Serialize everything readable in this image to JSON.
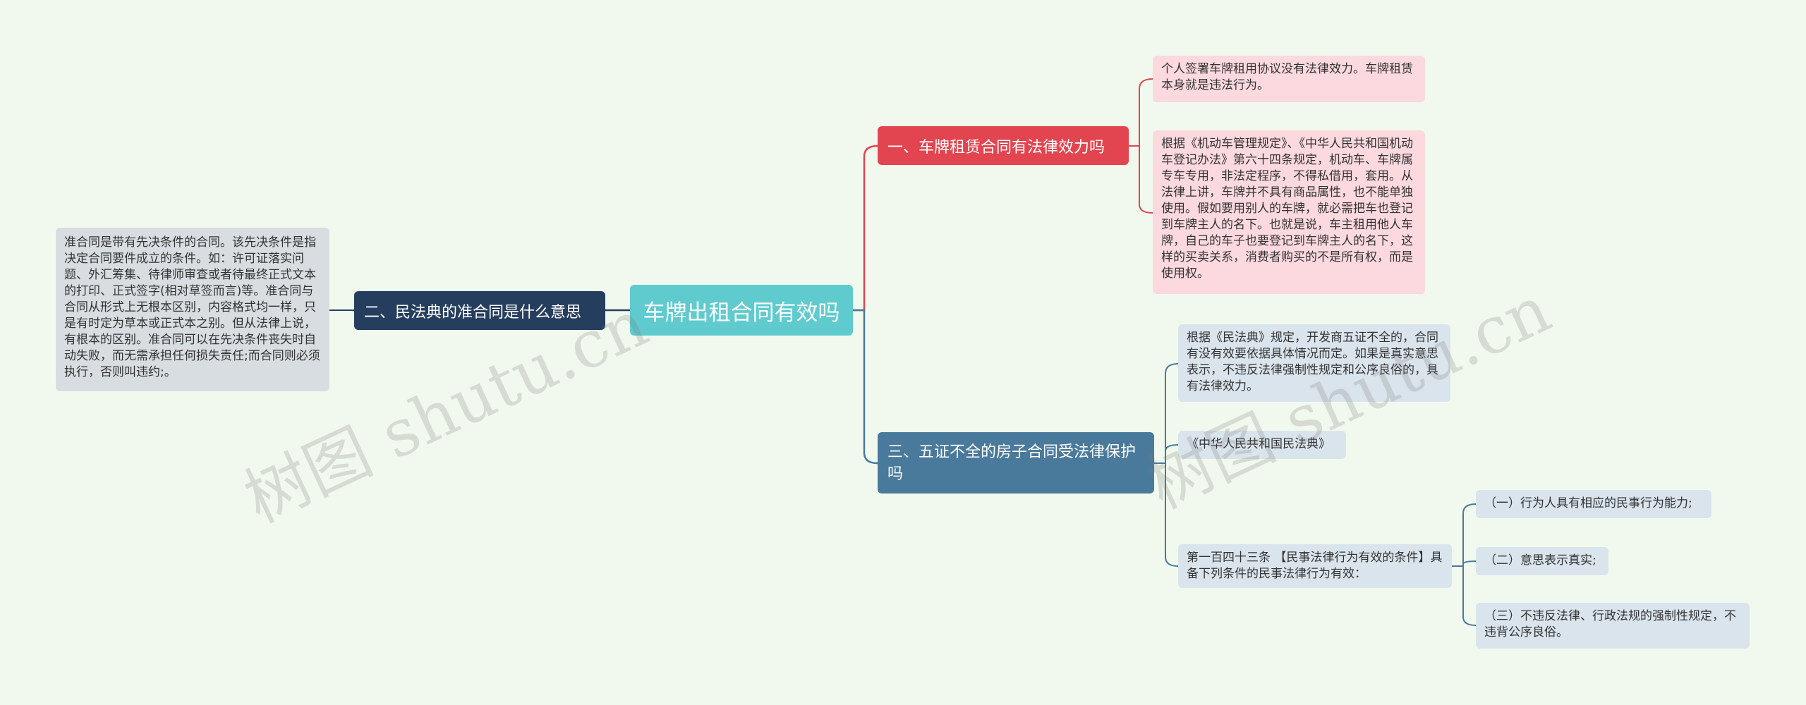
{
  "root": {
    "label": "车牌出租合同有效吗"
  },
  "branch1": {
    "label": "一、车牌租赁合同有法律效力吗",
    "leaves": [
      "个人签署车牌租用协议没有法律效力。车牌租赁本身就是违法行为。",
      "根据《机动车管理规定》、《中华人民共和国机动车登记办法》第六十四条规定，机动车、车牌属专车专用，非法定程序，不得私借用，套用。从法律上讲，车牌并不具有商品属性，也不能单独使用。假如要用别人的车牌，就必需把车也登记到车牌主人的名下。也就是说，车主租用他人车牌，自己的车子也要登记到车牌主人的名下，这样的买卖关系，消费者购买的不是所有权，而是使用权。"
    ]
  },
  "branch2": {
    "label": "二、民法典的准合同是什么意思",
    "leaves": [
      "准合同是带有先决条件的合同。该先决条件是指决定合同要件成立的条件。如：许可证落实问题、外汇筹集、待律师审查或者待最终正式文本的打印、正式签字(相对草签而言)等。准合同与合同从形式上无根本区别，内容格式均一样，只是有时定为草本或正式本之别。但从法律上说，有根本的区别。准合同可以在先决条件丧失时自动失败，而无需承担任何损失责任;而合同则必须执行，否则叫违约;。"
    ]
  },
  "branch3": {
    "label": "三、五证不全的房子合同受法律保护吗",
    "leaves": [
      "根据《民法典》规定，开发商五证不全的，合同有没有效要依据具体情况而定。如果是真实意思表示，不违反法律强制性规定和公序良俗的，具有法律效力。",
      "《中华人民共和国民法典》",
      "第一百四十三条 【民事法律行为有效的条件】具备下列条件的民事法律行为有效："
    ],
    "subleaves": [
      "（一）行为人具有相应的民事行为能力;",
      "（二）意思表示真实;",
      "（三）不违反法律、行政法规的强制性规定，不违背公序良俗。"
    ]
  },
  "watermark": "树图 shutu.cn",
  "colors": {
    "background": "#f1f9ee",
    "root": "#5fcbcf",
    "branch1": "#e24550",
    "branch2": "#263e5e",
    "branch3": "#4a7a9b",
    "leaf_pink": "#fbd9df",
    "leaf_gray": "#d8dde2",
    "leaf_blue": "#dae4ec"
  }
}
